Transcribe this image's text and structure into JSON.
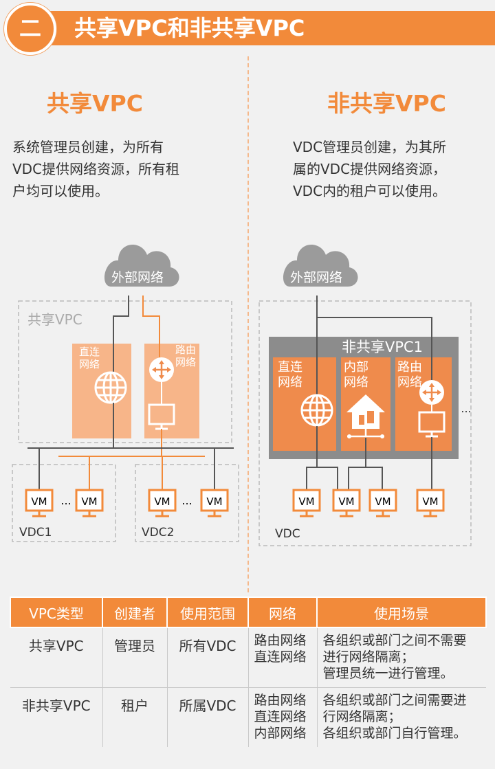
{
  "header": {
    "badge": "二",
    "title": "共享VPC和非共享VPC"
  },
  "left": {
    "title": "共享VPC",
    "description": "系统管理员创建，为所有\nVDC提供网络资源，所有租\n户均可以使用。",
    "diagram": {
      "cloud": "外部网络",
      "container": "共享VPC",
      "direct": "直连\n网络",
      "routed": "路由\n网络",
      "vm": "VM",
      "ellipsis": "...",
      "vdc1": "VDC1",
      "vdc2": "VDC2"
    }
  },
  "right": {
    "title": "非共享VPC",
    "description": "VDC管理员创建，为其所\n属的VDC提供网络资源，\nVDC内的租户可以使用。",
    "diagram": {
      "cloud": "外部网络",
      "container": "非共享VPC1",
      "direct": "直连\n网络",
      "internal": "内部\n网络",
      "routed": "路由\n网络",
      "vm": "VM",
      "ellipsis": "...",
      "vdc": "VDC"
    }
  },
  "table": {
    "headers": [
      "VPC类型",
      "创建者",
      "使用范围",
      "网络",
      "使用场景"
    ],
    "rows": [
      [
        "共享VPC",
        "管理员",
        "所有VDC",
        "路由网络\n直连网络",
        "各组织或部门之间不需要\n进行网络隔离；\n管理员统一进行管理。"
      ],
      [
        "非共享VPC",
        "租户",
        "所属VDC",
        "路由网络\n直连网络\n内部网络",
        "各组织或部门之间需要进\n行网络隔离；\n各组织或部门自行管理。"
      ]
    ]
  },
  "colors": {
    "accent": "#f28a3a",
    "panel": "#f7b589",
    "panel_dark": "#ef8b4c",
    "gray_box": "#8c8c8c",
    "line": "#555555"
  }
}
